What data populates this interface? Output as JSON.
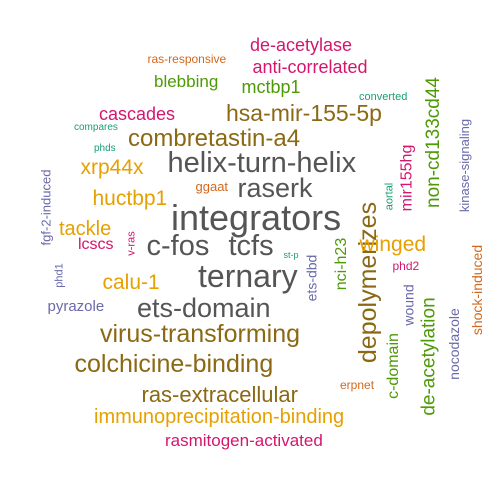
{
  "colors": {
    "gray": "#555555",
    "olive": "#8B6914",
    "gold": "#E6A000",
    "magenta": "#D4166E",
    "green": "#4E9A06",
    "purple": "#6A6AAA",
    "orange": "#D2691E",
    "teal": "#1A9E77"
  },
  "words": [
    {
      "text": "integrators",
      "color": "gray"
    },
    {
      "text": "ternary",
      "color": "gray"
    },
    {
      "text": "helix-turn-helix",
      "color": "gray"
    },
    {
      "text": "c-fos",
      "color": "gray"
    },
    {
      "text": "tcfs",
      "color": "gray"
    },
    {
      "text": "raserk",
      "color": "gray"
    },
    {
      "text": "ets-domain",
      "color": "gray"
    },
    {
      "text": "virus-transforming",
      "color": "olive"
    },
    {
      "text": "colchicine-binding",
      "color": "olive"
    },
    {
      "text": "combretastin-a4",
      "color": "olive"
    },
    {
      "text": "ras-extracellular",
      "color": "olive"
    },
    {
      "text": "hsa-mir-155-5p",
      "color": "olive"
    },
    {
      "text": "depolymerizes",
      "color": "olive"
    },
    {
      "text": "immunoprecipitation-binding",
      "color": "gold"
    },
    {
      "text": "xrp44x",
      "color": "gold"
    },
    {
      "text": "huctbp1",
      "color": "gold"
    },
    {
      "text": "calu-1",
      "color": "gold"
    },
    {
      "text": "tackle",
      "color": "gold"
    },
    {
      "text": "winged",
      "color": "gold"
    },
    {
      "text": "de-acetylase",
      "color": "magenta"
    },
    {
      "text": "anti-correlated",
      "color": "magenta"
    },
    {
      "text": "cascades",
      "color": "magenta"
    },
    {
      "text": "rasmitogen-activated",
      "color": "magenta"
    },
    {
      "text": "lcscs",
      "color": "magenta"
    },
    {
      "text": "mir155hg",
      "color": "magenta"
    },
    {
      "text": "blebbing",
      "color": "green"
    },
    {
      "text": "mctbp1",
      "color": "green"
    },
    {
      "text": "non-cd133cd44",
      "color": "green"
    },
    {
      "text": "de-acetylation",
      "color": "green"
    },
    {
      "text": "nci-h23",
      "color": "green"
    },
    {
      "text": "c-domain",
      "color": "green"
    },
    {
      "text": "ets-dbd",
      "color": "purple"
    },
    {
      "text": "wound",
      "color": "purple"
    },
    {
      "text": "nocodazole",
      "color": "purple"
    },
    {
      "text": "pyrazole",
      "color": "purple"
    },
    {
      "text": "fgf-2-induced",
      "color": "purple"
    },
    {
      "text": "kinase-signaling",
      "color": "purple"
    },
    {
      "text": "phd1",
      "color": "purple"
    },
    {
      "text": "shock-induced",
      "color": "orange"
    },
    {
      "text": "ras-responsive",
      "color": "orange"
    },
    {
      "text": "ggaat",
      "color": "orange"
    },
    {
      "text": "erpnet",
      "color": "orange"
    },
    {
      "text": "phd2",
      "color": "magenta"
    },
    {
      "text": "v-ras",
      "color": "magenta"
    },
    {
      "text": "converted",
      "color": "teal"
    },
    {
      "text": "compares",
      "color": "teal"
    },
    {
      "text": "phds",
      "color": "teal"
    },
    {
      "text": "st-p",
      "color": "teal"
    },
    {
      "text": "aortal",
      "color": "teal"
    }
  ]
}
